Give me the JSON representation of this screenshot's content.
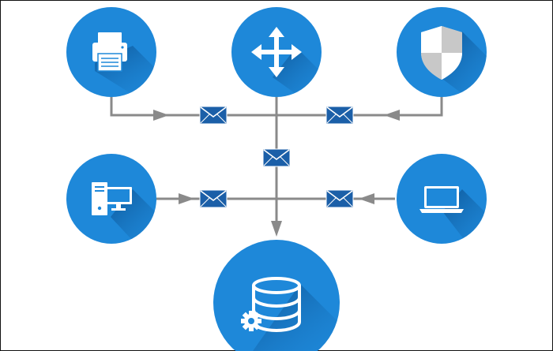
{
  "diagram": {
    "nodes": [
      {
        "id": "printer",
        "icon": "printer-icon"
      },
      {
        "id": "router",
        "icon": "move-arrows-icon"
      },
      {
        "id": "security",
        "icon": "shield-icon"
      },
      {
        "id": "desktop",
        "icon": "desktop-computer-icon"
      },
      {
        "id": "laptop",
        "icon": "laptop-icon"
      },
      {
        "id": "database",
        "icon": "database-icon"
      }
    ],
    "messages": [
      {
        "id": "msg-printer",
        "icon": "envelope-icon"
      },
      {
        "id": "msg-security",
        "icon": "envelope-icon"
      },
      {
        "id": "msg-router",
        "icon": "envelope-icon"
      },
      {
        "id": "msg-desktop",
        "icon": "envelope-icon"
      },
      {
        "id": "msg-laptop",
        "icon": "envelope-icon"
      }
    ]
  },
  "colors": {
    "circle": "#1e88d9",
    "shadow": "#0f5fa6",
    "connector": "#8a8a8a",
    "envelope": "#1b5fa8",
    "icon": "#ffffff",
    "border": "#111111"
  }
}
